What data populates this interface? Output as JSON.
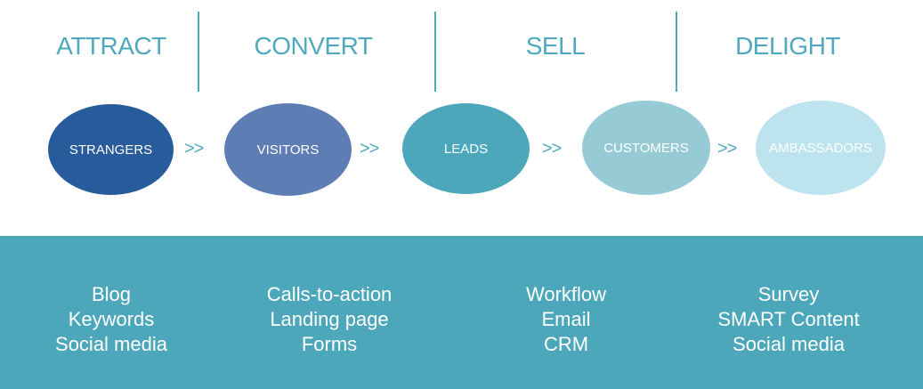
{
  "stages": [
    {
      "title": "ATTRACT"
    },
    {
      "title": "CONVERT"
    },
    {
      "title": "SELL"
    },
    {
      "title": "DELIGHT"
    }
  ],
  "funnel": {
    "nodes": [
      {
        "label": "STRANGERS",
        "color": "#285b9b"
      },
      {
        "label": "VISITORS",
        "color": "#5f7db5"
      },
      {
        "label": "LEADS",
        "color": "#4ca7ba"
      },
      {
        "label": "CUSTOMERS",
        "color": "#96cbd6"
      },
      {
        "label": "AMBASSADORS",
        "color": "#bde3ef"
      }
    ],
    "arrow_glyph": ">>"
  },
  "tools": [
    {
      "items": [
        "Blog",
        "Keywords",
        "Social media"
      ]
    },
    {
      "items": [
        "Calls-to-action",
        "Landing page",
        "Forms"
      ]
    },
    {
      "items": [
        "Workflow",
        "Email",
        "CRM"
      ]
    },
    {
      "items": [
        "Survey",
        "SMART Content",
        "Social media"
      ]
    }
  ],
  "colors": {
    "accent": "#4fa8bd",
    "band": "#4ca7ba",
    "text_on_band": "#ffffff"
  }
}
